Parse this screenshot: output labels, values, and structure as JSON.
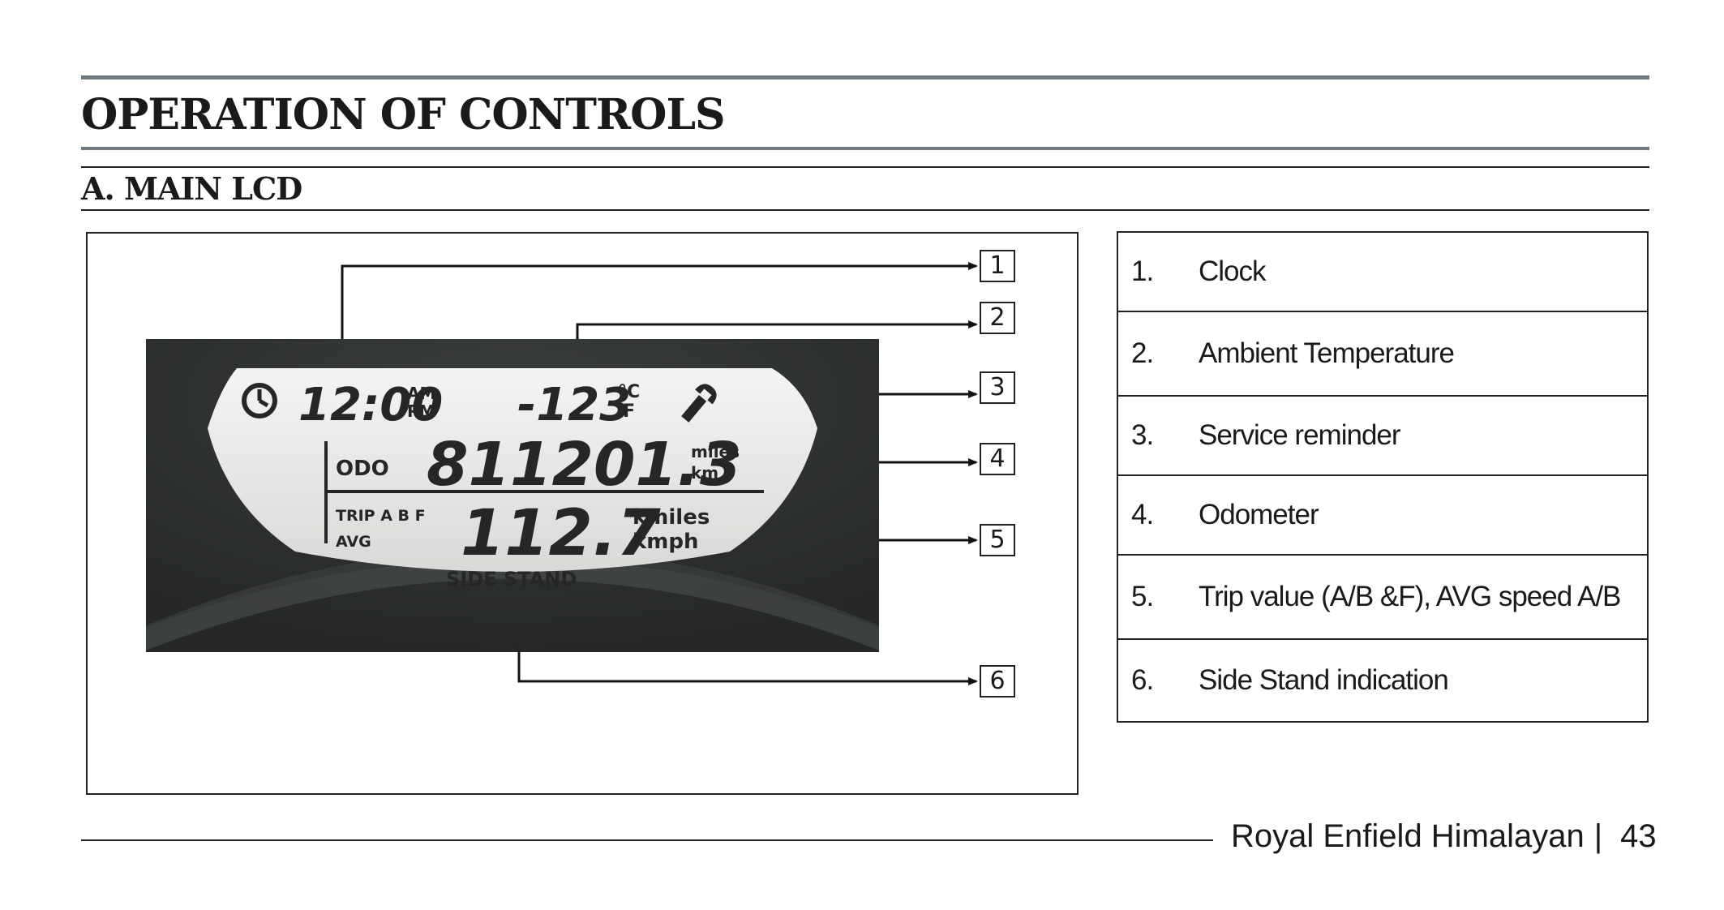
{
  "header": {
    "page_title": "OPERATION OF CONTROLS",
    "section_title": "A. MAIN LCD"
  },
  "figure": {
    "lcd": {
      "clock_time": "12:00",
      "clock_ampm_top": "AM",
      "clock_ampm_bottom": "PM",
      "temperature": "-123",
      "temp_unit_top": "°C",
      "temp_unit_bottom": "F",
      "odo_label": "ODO",
      "odometer_value": "811201.3",
      "odo_unit_top": "miles",
      "odo_unit_bottom": "km",
      "trip_label": "TRIP A B F",
      "avg_label": "AVG",
      "trip_value": "112.7",
      "trip_unit_top": "kmiles",
      "trip_unit_bottom": "kmph",
      "side_stand_text": "SIDE STAND",
      "clock_icon": "clock-icon",
      "wrench_icon": "wrench-icon"
    },
    "callout_numbers": [
      "1",
      "2",
      "3",
      "4",
      "5",
      "6"
    ]
  },
  "legend": [
    {
      "num": "1.",
      "label": "Clock"
    },
    {
      "num": "2.",
      "label": "Ambient Temperature"
    },
    {
      "num": "3.",
      "label": "Service reminder"
    },
    {
      "num": "4.",
      "label": "Odometer"
    },
    {
      "num": "5.",
      "label": "Trip value (A/B &F), AVG speed A/B"
    },
    {
      "num": "6.",
      "label": "Side Stand indication"
    }
  ],
  "footer": {
    "product_name": "Royal Enfield Himalayan",
    "separator": "|",
    "page_number": "43"
  }
}
